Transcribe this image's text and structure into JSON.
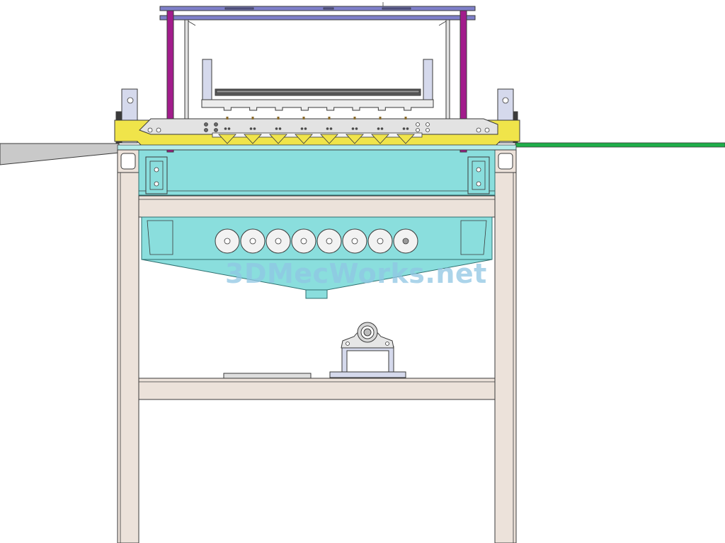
{
  "figure": {
    "watermark_text": "3DMecWorks.net"
  },
  "colors": {
    "frame": "#ece2da",
    "tank": "#8adedd",
    "tank_edge": "#2f6f6f",
    "yellow": "#f0e44a",
    "top_rails": "#7f80c9",
    "purple_post": "#a21c8c",
    "green_belt": "#1fae4a",
    "feed_plate": "#c9c9c9",
    "bracket": "#d5d9ec",
    "watermark": "#8fc6e3"
  },
  "parts": {
    "roller_count": 8,
    "tooth_count": 8
  }
}
